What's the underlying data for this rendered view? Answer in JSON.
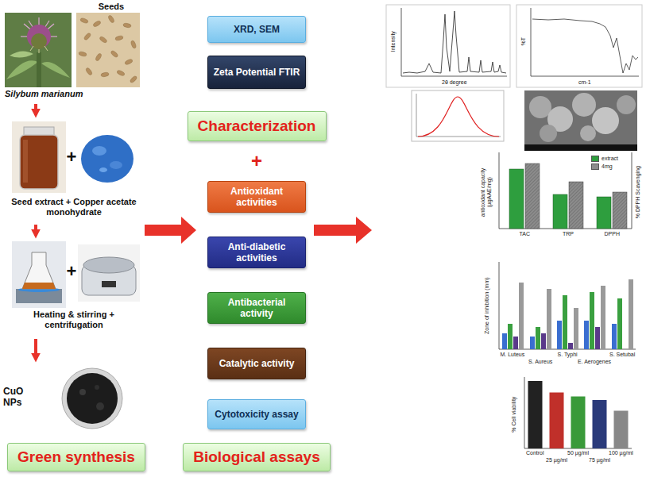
{
  "diagram": {
    "nodes": [
      {
        "text": [
          "Seeds",
          "Silybum marianum"
        ]
      },
      {
        "text": [
          "Seed extract + Copper acetate monohydrate"
        ]
      },
      {
        "text": [
          "Heating & stirring + centrifugation"
        ]
      },
      {
        "text": [
          "CuO NPs"
        ]
      },
      {
        "text": [
          "Green synthesis"
        ]
      },
      {
        "text": [
          "XRD, SEM"
        ]
      },
      {
        "text": [
          "Zeta Potential FTIR"
        ]
      },
      {
        "text": [
          "Characterization"
        ]
      },
      {
        "text": [
          "Antioxidant activities"
        ]
      },
      {
        "text": [
          "Anti-diabetic activities"
        ]
      },
      {
        "text": [
          "Antibacterial activity"
        ]
      },
      {
        "text": [
          "Catalytic activity"
        ]
      },
      {
        "text": [
          "Cytotoxicity assay"
        ]
      },
      {
        "text": [
          "Biological assays"
        ]
      }
    ],
    "edges": [
      {
        "from": 0,
        "to": 1,
        "arrow": "to"
      },
      {
        "from": 1,
        "to": 2,
        "arrow": "to"
      },
      {
        "from": 2,
        "to": 3,
        "arrow": "to"
      }
    ],
    "labels": [
      "+",
      "+",
      "+",
      "Intensity",
      "2θ degree",
      "%T",
      "cm-1",
      "antioxidant capacity (µgAAE/mg)",
      "% DPPH Scavenging",
      "TAC",
      "TRP",
      "DPPH",
      "Zone of inhibition (mm)",
      "M. Luteus",
      "S. Aureus",
      "S. Typhi",
      "E. Aerogenes",
      "S. Setubal",
      "% Cell viability",
      "Control",
      "25 µg/ml",
      "50 µg/ml",
      "75 µg/ml",
      "100 µg/ml"
    ],
    "legend": [
      {
        "text": "extract",
        "color": "#2e9e3e"
      },
      {
        "text": "4mg",
        "color": "#8c8c8c"
      }
    ]
  }
}
